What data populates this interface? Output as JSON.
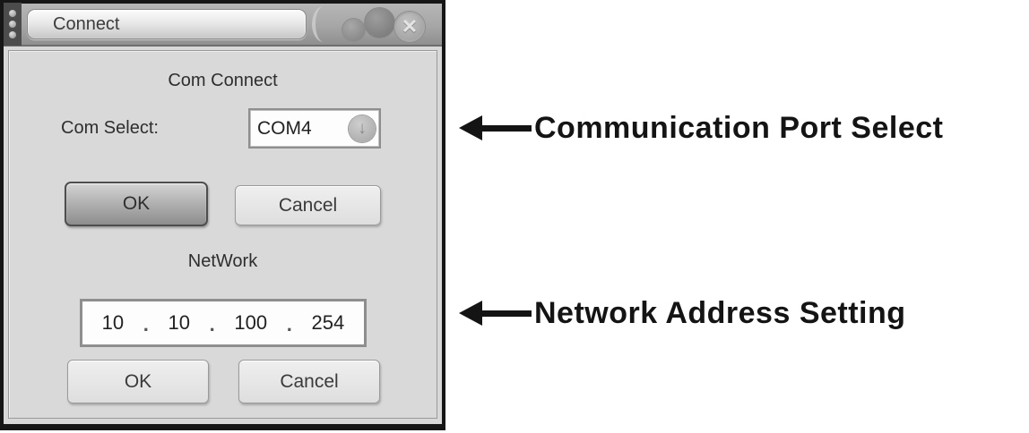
{
  "window": {
    "title": "Connect",
    "close_glyph": "✕"
  },
  "dialog": {
    "com_section": {
      "heading": "Com Connect",
      "label": "Com Select:",
      "selected_port": "COM4",
      "dropdown_glyph": "↓",
      "ok_label": "OK",
      "cancel_label": "Cancel"
    },
    "network_section": {
      "heading": "NetWork",
      "ip_octets": [
        "10",
        "10",
        "100",
        "254"
      ],
      "separator": ".",
      "ok_label": "OK",
      "cancel_label": "Cancel"
    }
  },
  "annotations": [
    {
      "label": "Communication Port Select"
    },
    {
      "label": "Network Address Setting"
    }
  ],
  "colors": {
    "dialog_body": "#d9d9d9",
    "titlebar": "#a6a6a6",
    "field_background": "#fdfdfd",
    "annotation_text": "#141414",
    "dark_button": "#8d8d8d"
  }
}
